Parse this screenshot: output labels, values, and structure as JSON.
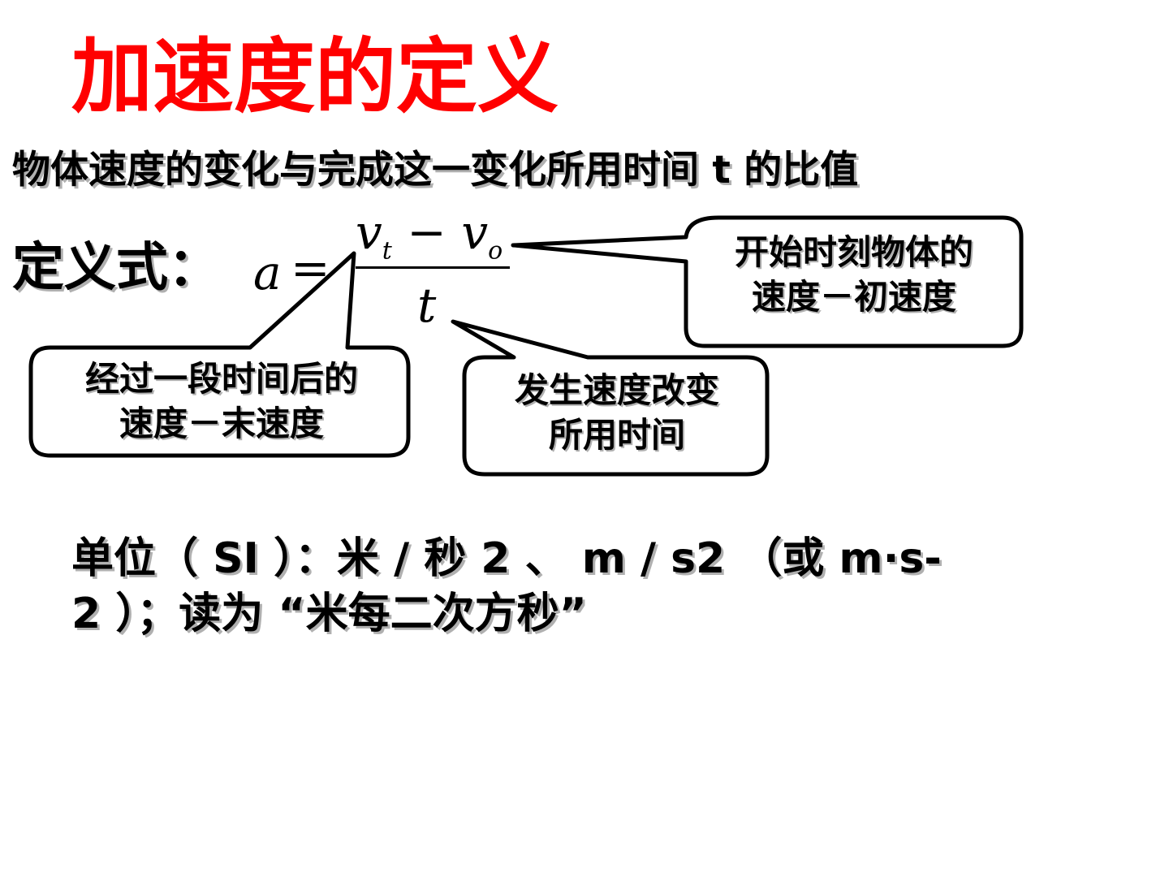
{
  "title": "加速度的定义",
  "definition": "物体速度的变化与完成这一变化所用时间 t 的比值",
  "formula": {
    "label": "定义式：",
    "lhs": "a",
    "equals": "=",
    "numerator": {
      "v1": "v",
      "v1_sub": "t",
      "minus": " − ",
      "v2": "v",
      "v2_sub": "o"
    },
    "denominator": "t"
  },
  "callouts": {
    "initial_velocity": {
      "line1": "开始时刻物体的",
      "line2": "速度－初速度"
    },
    "final_velocity": {
      "line1": "经过一段时间后的",
      "line2": "速度－末速度"
    },
    "time_elapsed": {
      "line1": "发生速度改变",
      "line2": "所用时间"
    }
  },
  "units": {
    "line1": "单位（ SI ）：米 / 秒 2 、 m  /  s2 （或 m·s-",
    "line2": "2 ）；读为 “米每二次方秒”"
  }
}
